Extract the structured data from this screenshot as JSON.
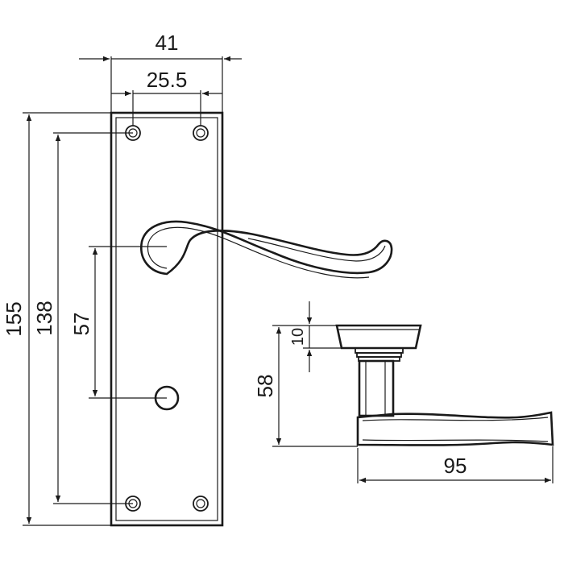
{
  "dimensions": {
    "plate_width": "41",
    "hole_spacing_horizontal": "25.5",
    "plate_height": "155",
    "hole_spacing_vertical": "138",
    "lever_to_turn_centre": "57",
    "rose_thickness": "10",
    "lever_projection": "58",
    "lever_length": "95"
  },
  "colors": {
    "ink": "#1a1a1a",
    "background": "#ffffff"
  }
}
